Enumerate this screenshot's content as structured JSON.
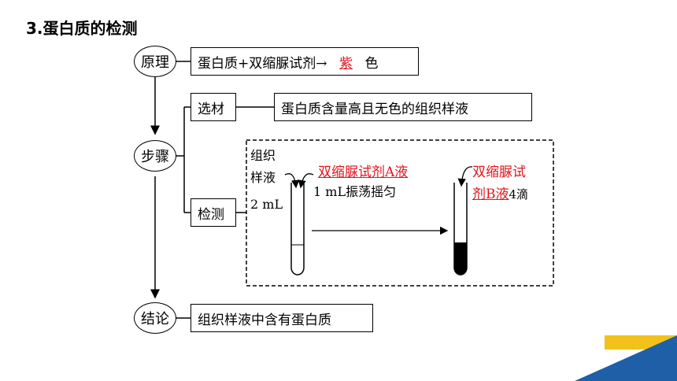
{
  "title_number": "3",
  "title_text": ".蛋白质的检测",
  "nodes": {
    "principle": "原理",
    "steps": "步骤",
    "conclusion": "结论",
    "select": "选材",
    "detect": "检测"
  },
  "principle_box": {
    "text_before": "蛋白质+双缩脲试剂→",
    "answer": "紫",
    "text_after": "色"
  },
  "select_box": "蛋白质含量高且无色的组织样液",
  "detect_panel": {
    "sample_line1": "组织",
    "sample_line2": "样液",
    "sample_amount": "2 mL",
    "reagent_a": "双缩脲试剂A液",
    "reagent_a_note": "1 mL振荡摇匀",
    "reagent_b_line1": "双缩脲试",
    "reagent_b_line2": "剂B液",
    "reagent_b_amount": "4滴"
  },
  "conclusion_box": "组织样液中含有蛋白质",
  "colors": {
    "answer_red": "#e0161e",
    "deco_blue": "#1f5fa8",
    "deco_yellow": "#f2c21a"
  }
}
